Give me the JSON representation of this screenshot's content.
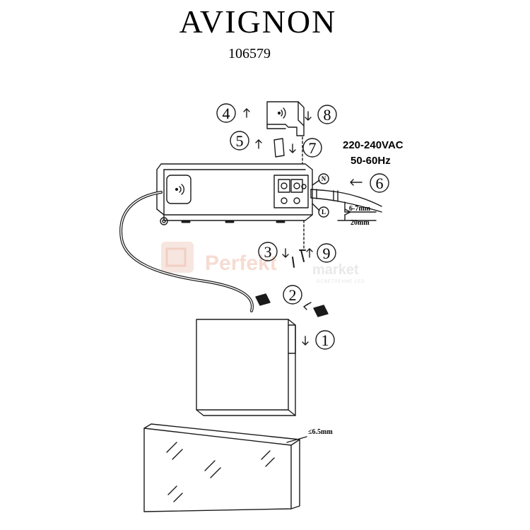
{
  "header": {
    "title": "AVIGNON",
    "code": "106579"
  },
  "power": {
    "voltage": "220-240VAC",
    "frequency": "50-60Hz"
  },
  "terminals": {
    "neutral": "N",
    "live": "L"
  },
  "dimensions": {
    "strip_length": "6-7mm",
    "insulation_length": "20mm",
    "panel_thickness": "≤6.5mm"
  },
  "steps": [
    "1",
    "2",
    "3",
    "4",
    "5",
    "6",
    "7",
    "8",
    "9"
  ],
  "watermark": {
    "word1": "Perfekt",
    "word2": "market",
    "tagline": "ОСВЕТЛЕНИЕ LED"
  },
  "colors": {
    "line": "#1a1a1a",
    "watermark": "#e8b8a8"
  }
}
